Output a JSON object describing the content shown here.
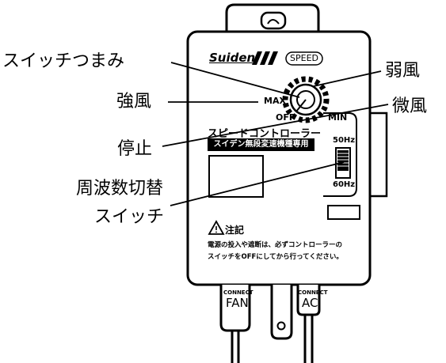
{
  "callouts": {
    "knob": "スイッチつまみ",
    "strong": "強風",
    "stop": "停止",
    "freq_line1": "周波数切替",
    "freq_line2": "スイッチ",
    "weak": "弱風",
    "slight": "微風"
  },
  "device": {
    "brand": "Suiden",
    "speed_label": "SPEED",
    "max_label": "MAX",
    "off_label": "OFF",
    "min_label": "MIN",
    "title": "スピードコントローラー",
    "subtitle": "スイデン無段変速機種専用",
    "hz50": "50Hz",
    "hz60": "60Hz",
    "caution_title": "注記",
    "caution_line1": "電源の投入や遮断は、必ずコントローラーの",
    "caution_line2": "スイッチをOFFにしてから行ってください。",
    "fan_connect": "CONNECT",
    "fan_label": "FAN",
    "ac_connect": "CONNECT",
    "ac_label": "AC"
  }
}
